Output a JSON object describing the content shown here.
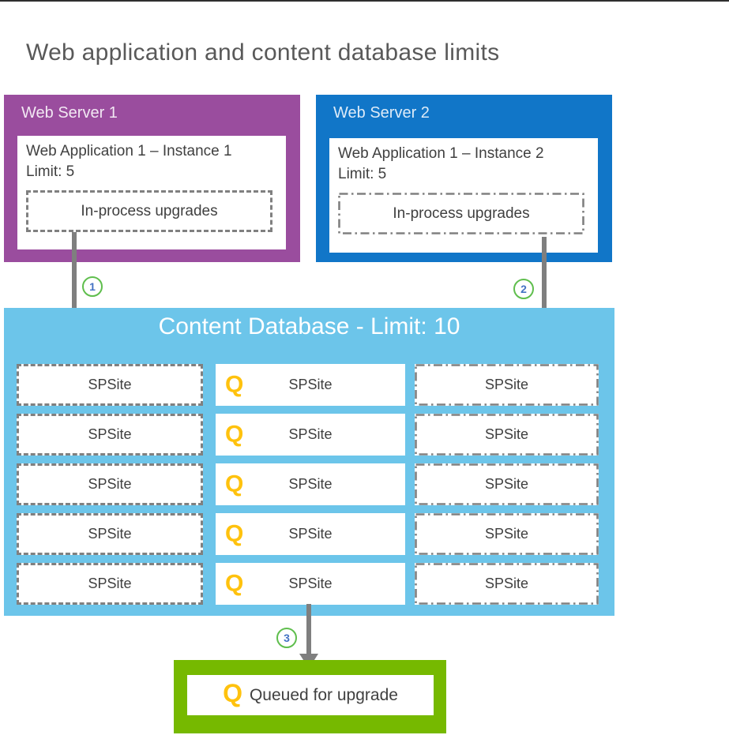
{
  "page": {
    "title": "Web application and content database limits"
  },
  "web_servers": [
    {
      "name": "Web Server 1",
      "app_title": "Web Application 1 – Instance 1",
      "limit": "Limit: 5",
      "process_box": "In-process upgrades"
    },
    {
      "name": "Web Server 2",
      "app_title": "Web Application 1 – Instance 2",
      "limit": "Limit: 5",
      "process_box": "In-process upgrades"
    }
  ],
  "steps": {
    "one": "1",
    "two": "2",
    "three": "3"
  },
  "content_db": {
    "title": "Content Database - Limit: 10",
    "spsite": "SPSite",
    "queue_marker": "Q",
    "rows": 5,
    "columns": 3
  },
  "legend": {
    "marker": "Q",
    "label": "Queued for upgrade"
  },
  "colors": {
    "web_server_1_purple": "#9A4D9E",
    "web_server_2_blue": "#1176C8",
    "content_db_blue": "#6CC5EA",
    "legend_green": "#76B900",
    "queue_yellow": "#FFC20E",
    "step_ring_green": "#5FBE4D",
    "step_number_blue": "#4472C4",
    "arrow_gray": "#7F7F7F",
    "dash_border_gray": "#808080",
    "title_gray": "#595959"
  }
}
